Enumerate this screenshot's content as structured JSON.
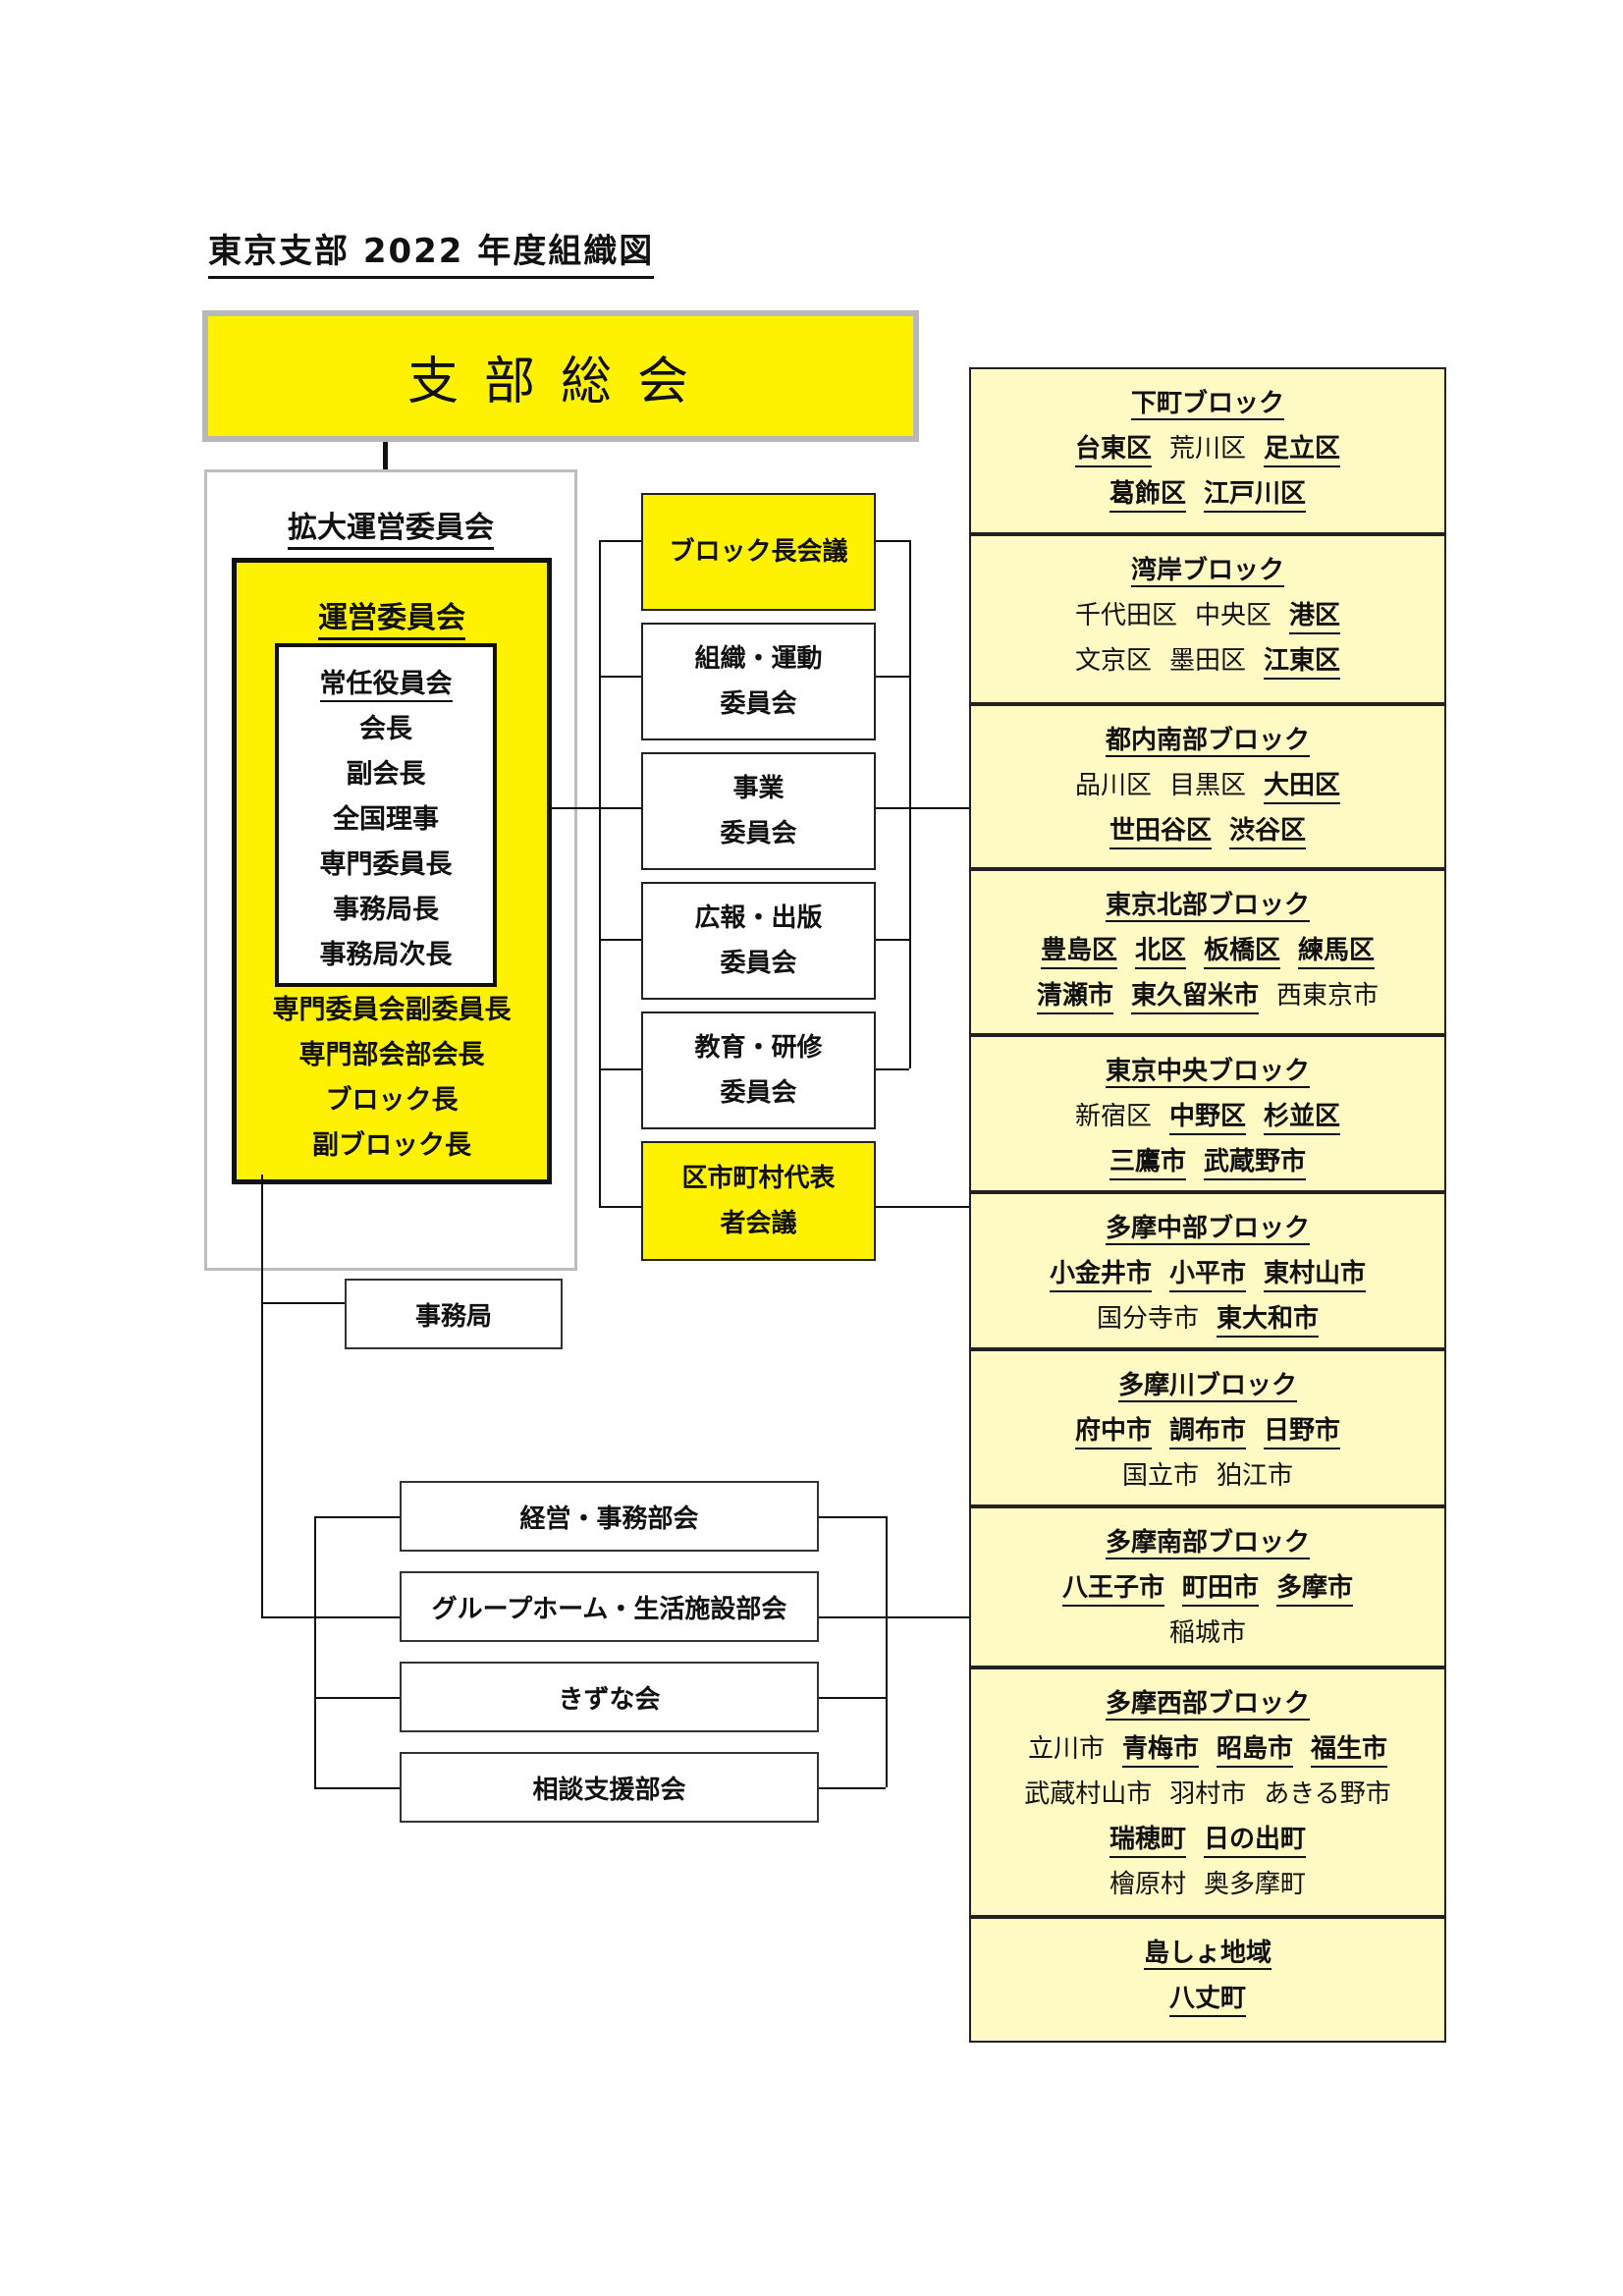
{
  "title": "東京支部 2022 年度組織図",
  "general_meeting": "支部総会",
  "expanded_committee": "拡大運営委員会",
  "management_committee": "運営委員会",
  "executive": {
    "title": "常任役員会",
    "members": [
      "会長",
      "副会長",
      "全国理事",
      "専門委員長",
      "事務局長",
      "事務局次長"
    ]
  },
  "other_roles": [
    "専門委員会副委員長",
    "専門部会部会長",
    "ブロック長",
    "副ブロック長"
  ],
  "committees": [
    {
      "lines": [
        "ブロック長会議"
      ],
      "yellow": true
    },
    {
      "lines": [
        "組織・運動",
        "委員会"
      ],
      "yellow": false
    },
    {
      "lines": [
        "事業",
        "委員会"
      ],
      "yellow": false
    },
    {
      "lines": [
        "広報・出版",
        "委員会"
      ],
      "yellow": false
    },
    {
      "lines": [
        "教育・研修",
        "委員会"
      ],
      "yellow": false
    },
    {
      "lines": [
        "区市町村代表",
        "者会議"
      ],
      "yellow": true
    }
  ],
  "office": "事務局",
  "departments": [
    "経営・事務部会",
    "グループホーム・生活施設部会",
    "きずな会",
    "相談支援部会"
  ],
  "blocks": [
    {
      "name": "下町ブロック",
      "rows": [
        [
          {
            "t": "台東区",
            "b": true
          },
          {
            "t": "荒川区",
            "b": false
          },
          {
            "t": "足立区",
            "b": true
          }
        ],
        [
          {
            "t": "葛飾区",
            "b": true
          },
          {
            "t": "江戸川区",
            "b": true
          }
        ]
      ]
    },
    {
      "name": "湾岸ブロック",
      "rows": [
        [
          {
            "t": "千代田区",
            "b": false
          },
          {
            "t": "中央区",
            "b": false
          },
          {
            "t": "港区",
            "b": true
          }
        ],
        [
          {
            "t": "文京区",
            "b": false
          },
          {
            "t": "墨田区",
            "b": false
          },
          {
            "t": "江東区",
            "b": true
          }
        ]
      ]
    },
    {
      "name": "都内南部ブロック",
      "rows": [
        [
          {
            "t": "品川区",
            "b": false
          },
          {
            "t": "目黒区",
            "b": false
          },
          {
            "t": "大田区",
            "b": true
          }
        ],
        [
          {
            "t": "世田谷区",
            "b": true
          },
          {
            "t": "渋谷区",
            "b": true
          }
        ]
      ]
    },
    {
      "name": "東京北部ブロック",
      "rows": [
        [
          {
            "t": "豊島区",
            "b": true
          },
          {
            "t": "北区",
            "b": true
          },
          {
            "t": "板橋区",
            "b": true
          },
          {
            "t": "練馬区",
            "b": true
          }
        ],
        [
          {
            "t": "清瀬市",
            "b": true
          },
          {
            "t": "東久留米市",
            "b": true
          },
          {
            "t": "西東京市",
            "b": false
          }
        ]
      ]
    },
    {
      "name": "東京中央ブロック",
      "rows": [
        [
          {
            "t": "新宿区",
            "b": false
          },
          {
            "t": "中野区",
            "b": true
          },
          {
            "t": "杉並区",
            "b": true
          }
        ],
        [
          {
            "t": "三鷹市",
            "b": true
          },
          {
            "t": "武蔵野市",
            "b": true
          }
        ]
      ]
    },
    {
      "name": "多摩中部ブロック",
      "rows": [
        [
          {
            "t": "小金井市",
            "b": true
          },
          {
            "t": "小平市",
            "b": true
          },
          {
            "t": "東村山市",
            "b": true
          }
        ],
        [
          {
            "t": "国分寺市",
            "b": false
          },
          {
            "t": "東大和市",
            "b": true
          }
        ]
      ]
    },
    {
      "name": "多摩川ブロック",
      "rows": [
        [
          {
            "t": "府中市",
            "b": true
          },
          {
            "t": "調布市",
            "b": true
          },
          {
            "t": "日野市",
            "b": true
          }
        ],
        [
          {
            "t": "国立市",
            "b": false
          },
          {
            "t": "狛江市",
            "b": false
          }
        ]
      ]
    },
    {
      "name": "多摩南部ブロック",
      "rows": [
        [
          {
            "t": "八王子市",
            "b": true
          },
          {
            "t": "町田市",
            "b": true
          },
          {
            "t": "多摩市",
            "b": true
          }
        ],
        [
          {
            "t": "稲城市",
            "b": false
          }
        ]
      ]
    },
    {
      "name": "多摩西部ブロック",
      "rows": [
        [
          {
            "t": "立川市",
            "b": false
          },
          {
            "t": "青梅市",
            "b": true
          },
          {
            "t": "昭島市",
            "b": true
          },
          {
            "t": "福生市",
            "b": true
          }
        ],
        [
          {
            "t": "武蔵村山市",
            "b": false
          },
          {
            "t": "羽村市",
            "b": false
          },
          {
            "t": "あきる野市",
            "b": false
          }
        ],
        [
          {
            "t": "瑞穂町",
            "b": true
          },
          {
            "t": "日の出町",
            "b": true
          }
        ],
        [
          {
            "t": "檜原村",
            "b": false
          },
          {
            "t": "奥多摩町",
            "b": false
          }
        ]
      ]
    },
    {
      "name": "島しょ地域",
      "rows": [
        [
          {
            "t": "八丈町",
            "b": true
          }
        ]
      ]
    }
  ]
}
